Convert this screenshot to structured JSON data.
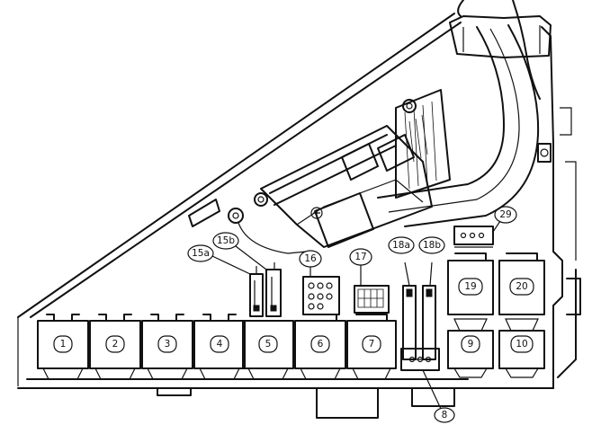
{
  "fuse_labels": {
    "f1": "1",
    "f2": "2",
    "f3": "3",
    "f4": "4",
    "f5": "5",
    "f6": "6",
    "f7": "7",
    "f8": "8",
    "f9": "9",
    "f10": "10",
    "f15a": "15a",
    "f15b": "15b",
    "f16": "16",
    "f17": "17",
    "f18a": "18a",
    "f18b": "18b",
    "f19": "19",
    "f20": "20",
    "f29": "29"
  },
  "colors": {
    "line": "#111111",
    "background": "#ffffff"
  }
}
